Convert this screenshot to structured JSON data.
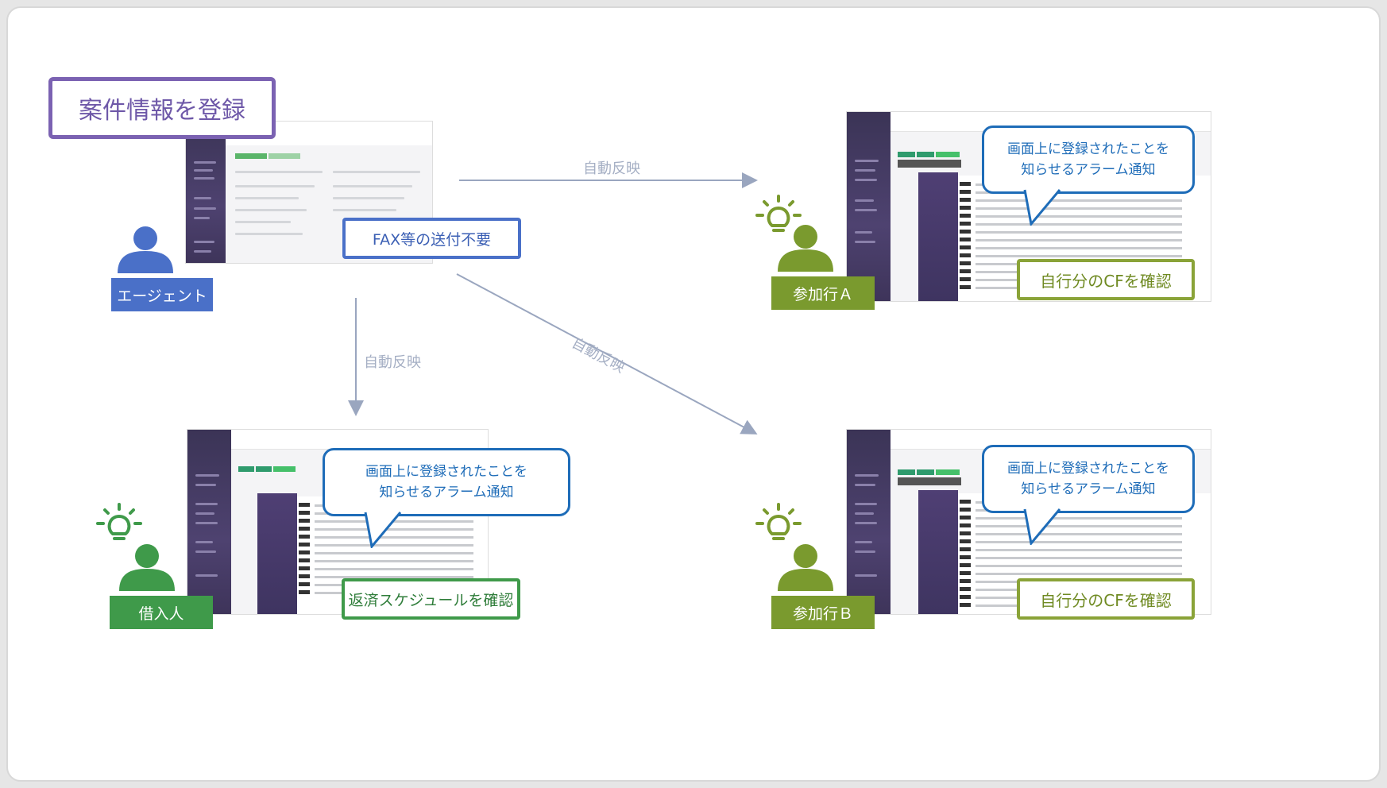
{
  "title": "案件情報を登録",
  "agent": {
    "label": "エージェント",
    "note": "FAX等の送付不要"
  },
  "arrows": {
    "to_a": "自動反映",
    "to_borrower": "自動反映",
    "to_b": "自動反映"
  },
  "borrower": {
    "label": "借入人",
    "bubble_line1": "画面上に登録されたことを",
    "bubble_line2": "知らせるアラーム通知",
    "note": "返済スケジュールを確認"
  },
  "bank_a": {
    "label": "参加行Ａ",
    "bubble_line1": "画面上に登録されたことを",
    "bubble_line2": "知らせるアラーム通知",
    "note": "自行分のCFを確認"
  },
  "bank_b": {
    "label": "参加行Ｂ",
    "bubble_line1": "画面上に登録されたことを",
    "bubble_line2": "知らせるアラーム通知",
    "note": "自行分のCFを確認"
  },
  "colors": {
    "title_border": "#7b62b2",
    "agent_blue": "#4a70c8",
    "borrower_green": "#3f9a4a",
    "bank_olive": "#7a9a2e",
    "bubble_blue": "#1e6cb8",
    "arrow_gray": "#a5afc4"
  }
}
